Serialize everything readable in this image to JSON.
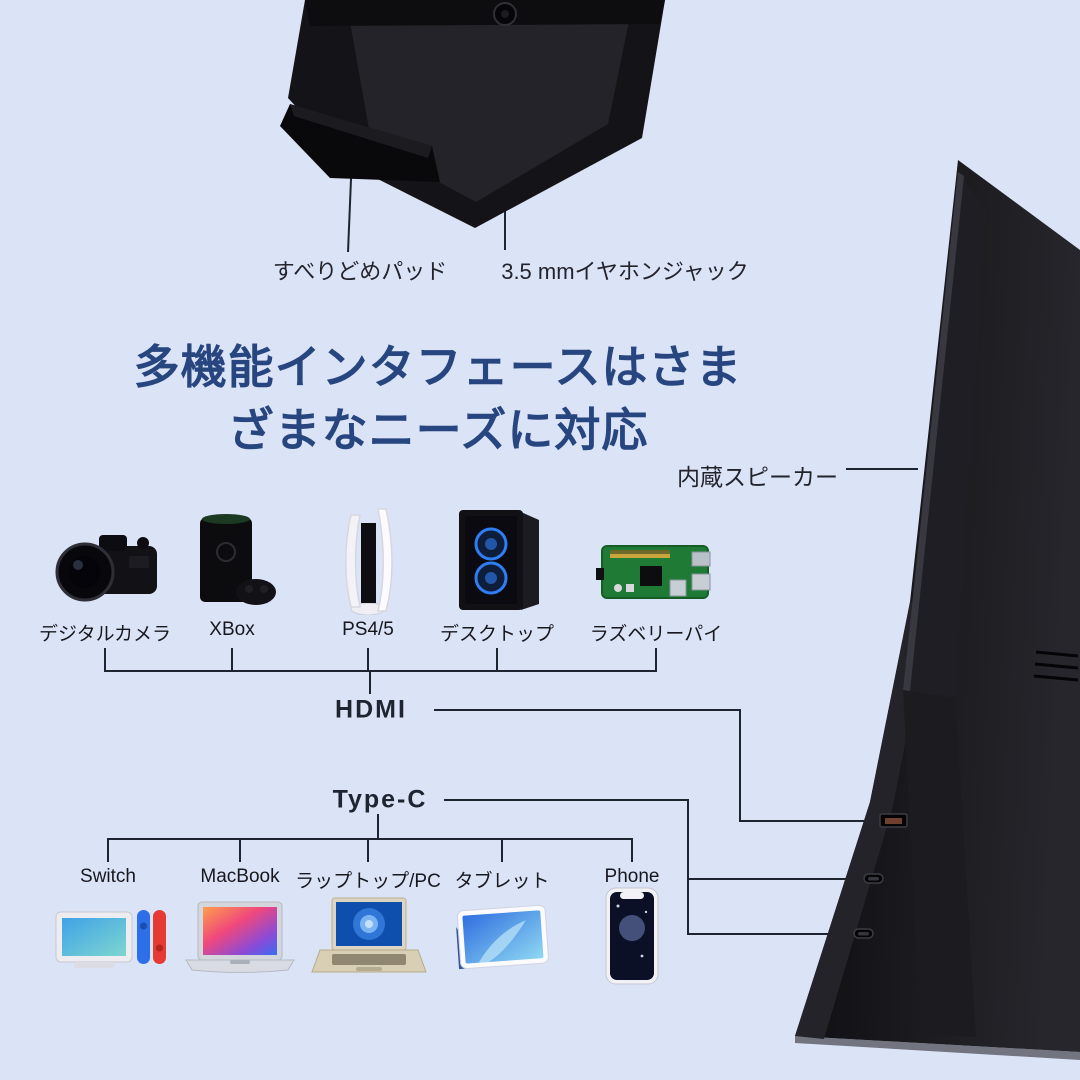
{
  "colors": {
    "background": "#dbe3f7",
    "title_text": "#27457f",
    "connector_line": "#1e2430",
    "label_text": "#17171e"
  },
  "top_callouts": {
    "antislip_label": "すべりどめパッド",
    "earphone_label": "3.5 mmイヤホンジャック"
  },
  "title": {
    "line1": "多機能インタフェースはさま",
    "line2": "ざまなニーズに対応"
  },
  "monitor": {
    "speaker_label": "内蔵スピーカー"
  },
  "hdmi_group": {
    "label": "HDMI",
    "devices": [
      {
        "label": "デジタルカメラ",
        "icon": "digital-camera-icon"
      },
      {
        "label": "XBox",
        "icon": "xbox-console-icon"
      },
      {
        "label": "PS4/5",
        "icon": "playstation-console-icon"
      },
      {
        "label": "デスクトップ",
        "icon": "desktop-tower-icon"
      },
      {
        "label": "ラズベリーパイ",
        "icon": "raspberry-pi-icon"
      }
    ]
  },
  "typec_group": {
    "label": "Type-C",
    "devices": [
      {
        "label": "Switch",
        "icon": "nintendo-switch-icon"
      },
      {
        "label": "MacBook",
        "icon": "macbook-icon"
      },
      {
        "label": "ラップトップ/PC",
        "icon": "laptop-pc-icon"
      },
      {
        "label": "タブレット",
        "icon": "tablet-icon"
      },
      {
        "label": "Phone",
        "icon": "smartphone-icon"
      }
    ]
  }
}
